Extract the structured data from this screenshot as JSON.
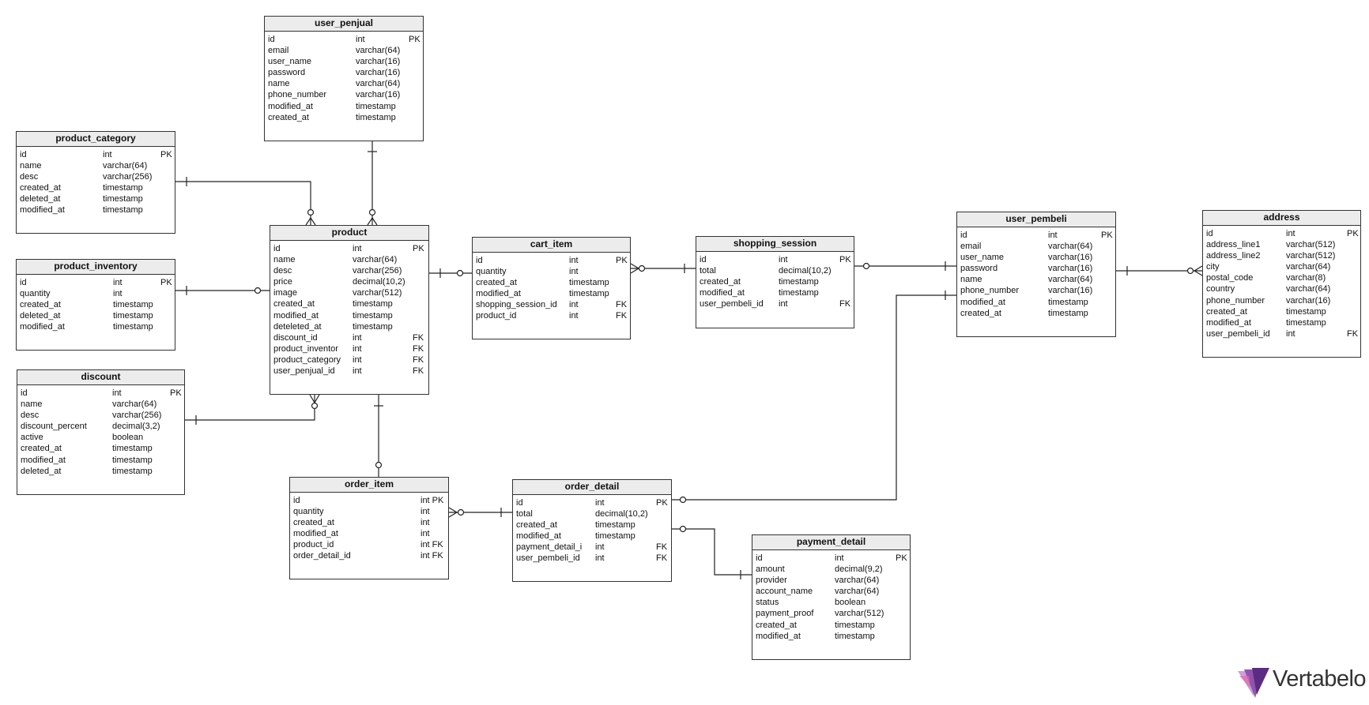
{
  "tables": {
    "user_penjual": {
      "name": "user_penjual",
      "columns": [
        {
          "name": "id",
          "type": "int",
          "key": "PK"
        },
        {
          "name": "email",
          "type": "varchar(64)",
          "key": ""
        },
        {
          "name": "user_name",
          "type": "varchar(16)",
          "key": ""
        },
        {
          "name": "password",
          "type": "varchar(16)",
          "key": ""
        },
        {
          "name": "name",
          "type": "varchar(64)",
          "key": ""
        },
        {
          "name": "phone_number",
          "type": "varchar(16)",
          "key": ""
        },
        {
          "name": "modified_at",
          "type": "timestamp",
          "key": ""
        },
        {
          "name": "created_at",
          "type": "timestamp",
          "key": ""
        }
      ]
    },
    "product_category": {
      "name": "product_category",
      "columns": [
        {
          "name": "id",
          "type": "int",
          "key": "PK"
        },
        {
          "name": "name",
          "type": "varchar(64)",
          "key": ""
        },
        {
          "name": "desc",
          "type": "varchar(256)",
          "key": ""
        },
        {
          "name": "created_at",
          "type": "timestamp",
          "key": ""
        },
        {
          "name": "deleted_at",
          "type": "timestamp",
          "key": ""
        },
        {
          "name": "modified_at",
          "type": "timestamp",
          "key": ""
        }
      ]
    },
    "product_inventory": {
      "name": "product_inventory",
      "columns": [
        {
          "name": "id",
          "type": "int",
          "key": "PK"
        },
        {
          "name": "quantity",
          "type": "int",
          "key": ""
        },
        {
          "name": "created_at",
          "type": "timestamp",
          "key": ""
        },
        {
          "name": "deleted_at",
          "type": "timestamp",
          "key": ""
        },
        {
          "name": "modified_at",
          "type": "timestamp",
          "key": ""
        }
      ]
    },
    "discount": {
      "name": "discount",
      "columns": [
        {
          "name": "id",
          "type": "int",
          "key": "PK"
        },
        {
          "name": "name",
          "type": "varchar(64)",
          "key": ""
        },
        {
          "name": "desc",
          "type": "varchar(256)",
          "key": ""
        },
        {
          "name": "discount_percent",
          "type": "decimal(3,2)",
          "key": ""
        },
        {
          "name": "active",
          "type": "boolean",
          "key": ""
        },
        {
          "name": "created_at",
          "type": "timestamp",
          "key": ""
        },
        {
          "name": "modified_at",
          "type": "timestamp",
          "key": ""
        },
        {
          "name": "deleted_at",
          "type": "timestamp",
          "key": ""
        }
      ]
    },
    "product": {
      "name": "product",
      "columns": [
        {
          "name": "id",
          "type": "int",
          "key": "PK"
        },
        {
          "name": "name",
          "type": "varchar(64)",
          "key": ""
        },
        {
          "name": "desc",
          "type": "varchar(256)",
          "key": ""
        },
        {
          "name": "price",
          "type": "decimal(10,2)",
          "key": ""
        },
        {
          "name": "image",
          "type": "varchar(512)",
          "key": ""
        },
        {
          "name": "created_at",
          "type": "timestamp",
          "key": ""
        },
        {
          "name": "modified_at",
          "type": "timestamp",
          "key": ""
        },
        {
          "name": "deteleted_at",
          "type": "timestamp",
          "key": ""
        },
        {
          "name": "discount_id",
          "type": "int",
          "key": "FK"
        },
        {
          "name": "product_inventor",
          "type": "int",
          "key": "FK"
        },
        {
          "name": "product_category",
          "type": "int",
          "key": "FK"
        },
        {
          "name": "user_penjual_id",
          "type": "int",
          "key": "FK"
        }
      ]
    },
    "cart_item": {
      "name": "cart_item",
      "columns": [
        {
          "name": "id",
          "type": "int",
          "key": "PK"
        },
        {
          "name": "quantity",
          "type": "int",
          "key": ""
        },
        {
          "name": "created_at",
          "type": "timestamp",
          "key": ""
        },
        {
          "name": "modified_at",
          "type": "timestamp",
          "key": ""
        },
        {
          "name": "shopping_session_id",
          "type": "int",
          "key": "FK"
        },
        {
          "name": "product_id",
          "type": "int",
          "key": "FK"
        }
      ]
    },
    "shopping_session": {
      "name": "shopping_session",
      "columns": [
        {
          "name": "id",
          "type": "int",
          "key": "PK"
        },
        {
          "name": "total",
          "type": "decimal(10,2)",
          "key": ""
        },
        {
          "name": "created_at",
          "type": "timestamp",
          "key": ""
        },
        {
          "name": "modified_at",
          "type": "timestamp",
          "key": ""
        },
        {
          "name": "user_pembeli_id",
          "type": "int",
          "key": "FK"
        }
      ]
    },
    "user_pembeli": {
      "name": "user_pembeli",
      "columns": [
        {
          "name": "id",
          "type": "int",
          "key": "PK"
        },
        {
          "name": "email",
          "type": "varchar(64)",
          "key": ""
        },
        {
          "name": "user_name",
          "type": "varchar(16)",
          "key": ""
        },
        {
          "name": "password",
          "type": "varchar(16)",
          "key": ""
        },
        {
          "name": "name",
          "type": "varchar(64)",
          "key": ""
        },
        {
          "name": "phone_number",
          "type": "varchar(16)",
          "key": ""
        },
        {
          "name": "modified_at",
          "type": "timestamp",
          "key": ""
        },
        {
          "name": "created_at",
          "type": "timestamp",
          "key": ""
        }
      ]
    },
    "address": {
      "name": "address",
      "columns": [
        {
          "name": "id",
          "type": "int",
          "key": "PK"
        },
        {
          "name": "address_line1",
          "type": "varchar(512)",
          "key": ""
        },
        {
          "name": "address_line2",
          "type": "varchar(512)",
          "key": ""
        },
        {
          "name": "city",
          "type": "varchar(64)",
          "key": ""
        },
        {
          "name": "postal_code",
          "type": "varchar(8)",
          "key": ""
        },
        {
          "name": "country",
          "type": "varchar(64)",
          "key": ""
        },
        {
          "name": "phone_number",
          "type": "varchar(16)",
          "key": ""
        },
        {
          "name": "created_at",
          "type": "timestamp",
          "key": ""
        },
        {
          "name": "modified_at",
          "type": "timestamp",
          "key": ""
        },
        {
          "name": "user_pembeli_id",
          "type": "int",
          "key": "FK"
        }
      ]
    },
    "order_item": {
      "name": "order_item",
      "columns": [
        {
          "name": "id",
          "type": "int PK",
          "key": ""
        },
        {
          "name": "quantity",
          "type": "int",
          "key": ""
        },
        {
          "name": "created_at",
          "type": "int",
          "key": ""
        },
        {
          "name": "modified_at",
          "type": "int",
          "key": ""
        },
        {
          "name": "product_id",
          "type": "int FK",
          "key": ""
        },
        {
          "name": "order_detail_id",
          "type": "int FK",
          "key": ""
        }
      ]
    },
    "order_detail": {
      "name": "order_detail",
      "columns": [
        {
          "name": "id",
          "type": "int",
          "key": "PK"
        },
        {
          "name": "total",
          "type": "decimal(10,2)",
          "key": ""
        },
        {
          "name": "created_at",
          "type": "timestamp",
          "key": ""
        },
        {
          "name": "modified_at",
          "type": "timestamp",
          "key": ""
        },
        {
          "name": "payment_detail_i",
          "type": "int",
          "key": "FK"
        },
        {
          "name": "user_pembeli_id",
          "type": "int",
          "key": "FK"
        }
      ]
    },
    "payment_detail": {
      "name": "payment_detail",
      "columns": [
        {
          "name": "id",
          "type": "int",
          "key": "PK"
        },
        {
          "name": "amount",
          "type": "decimal(9,2)",
          "key": ""
        },
        {
          "name": "provider",
          "type": "varchar(64)",
          "key": ""
        },
        {
          "name": "account_name",
          "type": "varchar(64)",
          "key": ""
        },
        {
          "name": "status",
          "type": "boolean",
          "key": ""
        },
        {
          "name": "payment_proof",
          "type": "varchar(512)",
          "key": ""
        },
        {
          "name": "created_at",
          "type": "timestamp",
          "key": ""
        },
        {
          "name": "modified_at",
          "type": "timestamp",
          "key": ""
        }
      ]
    }
  },
  "branding": {
    "logo_text": "Vertabelo"
  },
  "colors": {
    "line": "#222222",
    "border": "#333333",
    "header_bg": "#ececec",
    "logo_dark": "#6b3a8a",
    "logo_light": "#c9a0dc"
  }
}
